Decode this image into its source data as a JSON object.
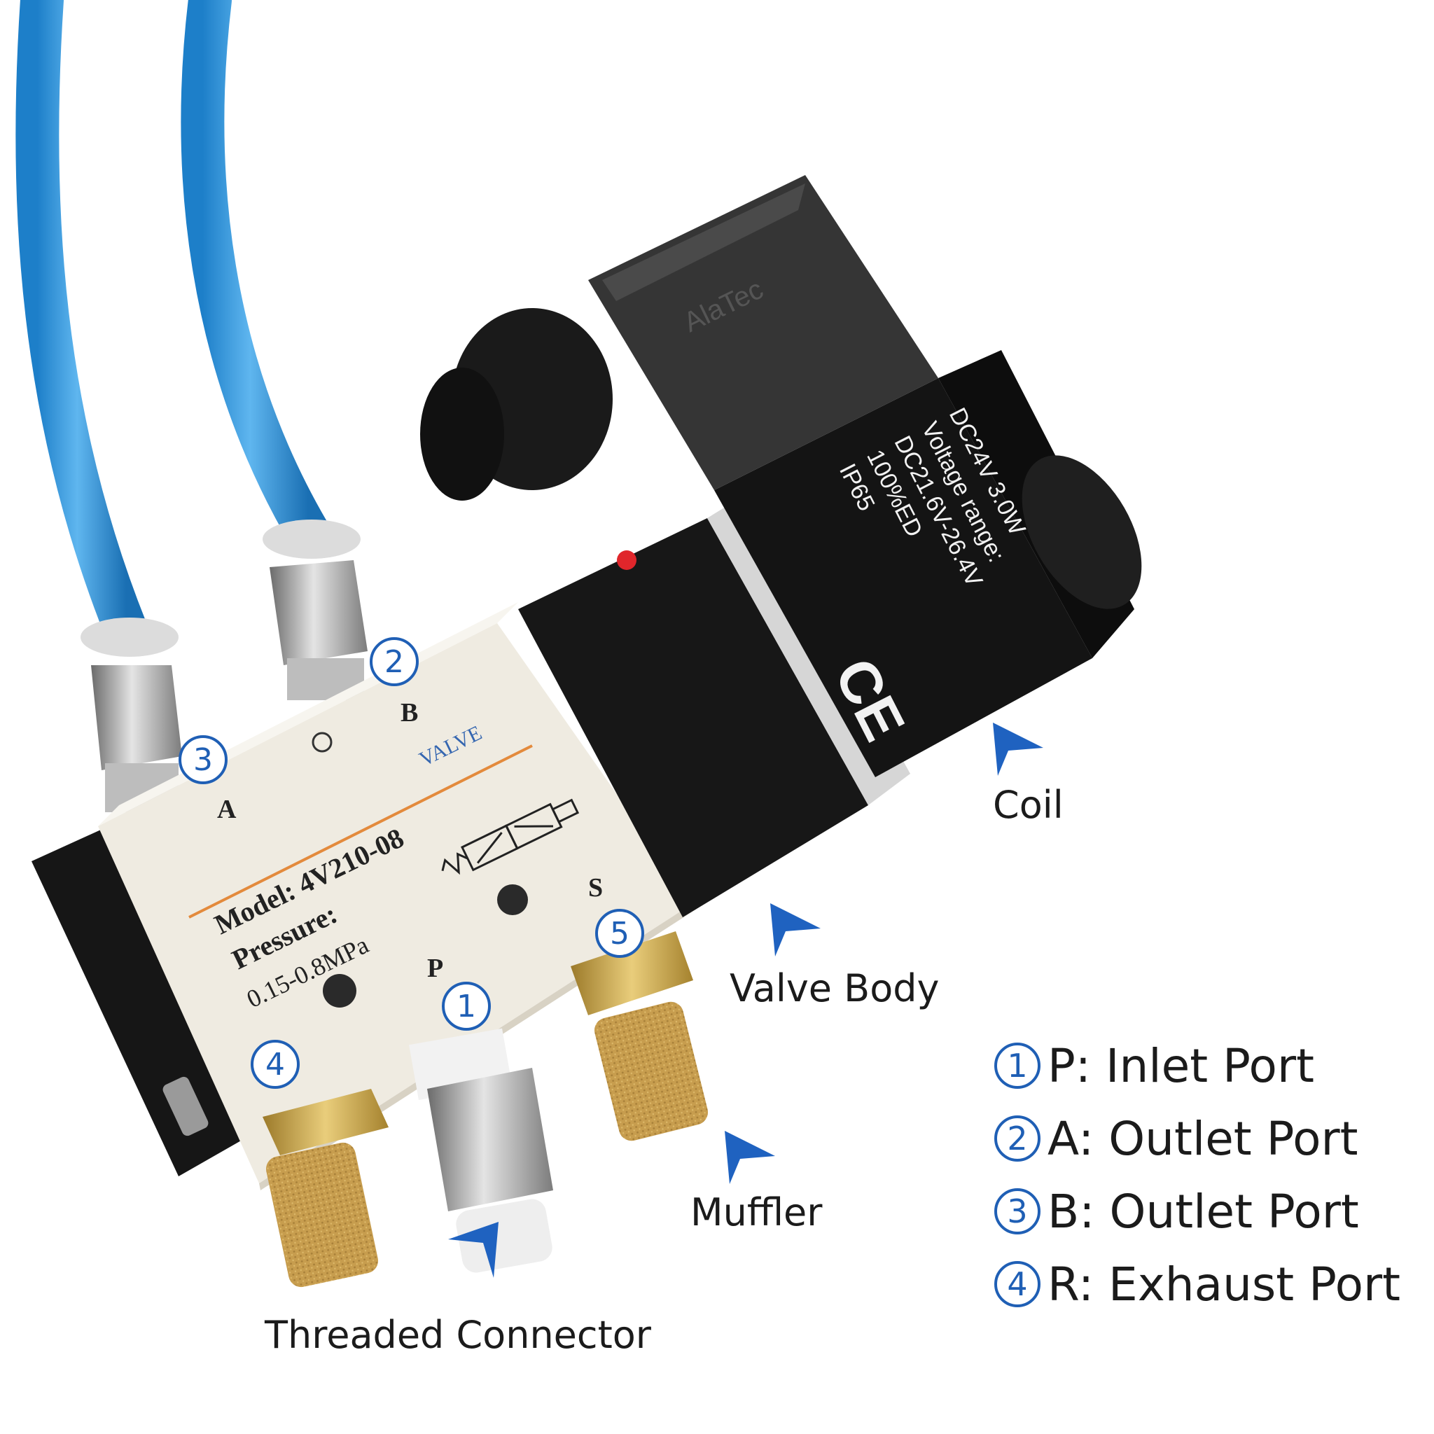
{
  "product": {
    "model_label": "Model: 4V210-08",
    "pressure_label": "Pressure:",
    "pressure_value": "0.15-0.8MPa",
    "brand_label": "VALVE",
    "port_letters": {
      "a": "A",
      "b": "B",
      "p": "P",
      "s": "S"
    }
  },
  "coil_label": {
    "line1": "DC24V  3.0W",
    "line2": "Voltage range:",
    "line3": "DC21.6V-26.4V",
    "line4": "100%ED",
    "line5": "IP65",
    "ce": "CE",
    "cap_text": "AlaTec"
  },
  "port_badges": {
    "badge1": "1",
    "badge2": "2",
    "badge3": "3",
    "badge4": "4",
    "badge5": "5"
  },
  "callouts": {
    "coil": "Coil",
    "valve_body": "Valve Body",
    "muffler": "Muffler",
    "threaded_connector": "Threaded Connector"
  },
  "legend": [
    {
      "num": "1",
      "text": "P: Inlet Port"
    },
    {
      "num": "2",
      "text": "A: Outlet Port"
    },
    {
      "num": "3",
      "text": "B: Outlet Port"
    },
    {
      "num": "4",
      "text": "R: Exhaust Port"
    }
  ],
  "colors": {
    "accent_blue": "#1f5fb5",
    "tube_blue": "#3a9de0",
    "body_cream": "#eeeae0",
    "coil_black": "#151515",
    "brass": "#c8a24a",
    "orange_line": "#e38a3c"
  }
}
